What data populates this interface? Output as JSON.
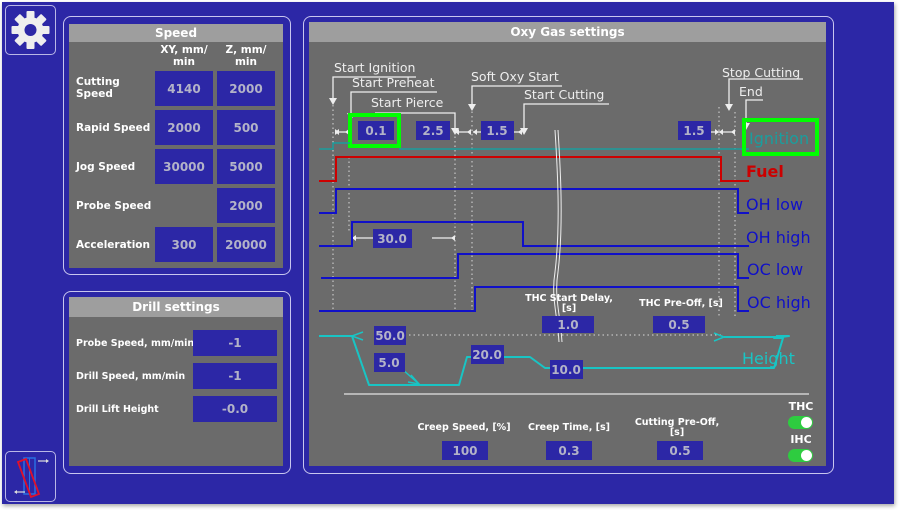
{
  "sidebar": {
    "settings_icon": "gear-icon",
    "layout_icon": "tilted-rectangle-icon"
  },
  "speed": {
    "title": "Speed",
    "col_xy": "XY, mm/\nmin",
    "col_xy_l1": "XY, mm/",
    "col_xy_l2": "min",
    "col_z_l1": "Z, mm/",
    "col_z_l2": "min",
    "rows": [
      {
        "label_l1": "Cutting",
        "label_l2": "Speed",
        "xy": "4140",
        "z": "2000"
      },
      {
        "label_l1": "Rapid Speed",
        "label_l2": "",
        "xy": "2000",
        "z": "500"
      },
      {
        "label_l1": "Jog Speed",
        "label_l2": "",
        "xy": "30000",
        "z": "5000"
      },
      {
        "label_l1": "Probe Speed",
        "label_l2": "",
        "xy": "",
        "z": "2000"
      },
      {
        "label_l1": "Acceleration",
        "label_l2": "",
        "xy": "300",
        "z": "20000"
      }
    ]
  },
  "drill": {
    "title": "Drill settings",
    "rows": [
      {
        "label": "Probe Speed, mm/min",
        "value": "-1"
      },
      {
        "label": "Drill Speed, mm/min",
        "value": "-1"
      },
      {
        "label": "Drill Lift Height",
        "value": "-0.0"
      }
    ]
  },
  "oxy": {
    "title": "Oxy Gas settings",
    "events": {
      "start_ignition": "Start Ignition",
      "start_preheat": "Start Preheat",
      "start_pierce": "Start Pierce",
      "soft_oxy_start": "Soft Oxy Start",
      "start_cutting": "Start Cutting",
      "stop_cutting": "Stop Cutting",
      "end": "End"
    },
    "timings": {
      "ignition_time": "0.1",
      "preheat_time": "2.5",
      "soft_oxy_time": "1.5",
      "end_time": "1.5",
      "oh_high_time": "30.0"
    },
    "signals": {
      "ignition": "Ignition",
      "fuel": "Fuel",
      "oh_low": "OH low",
      "oh_high": "OH high",
      "oc_low": "OC low",
      "oc_high": "OC high",
      "height": "Height"
    },
    "colors": {
      "ignition": "#1a9e9e",
      "fuel": "#cc0000",
      "oxy": "#1010c8",
      "height": "#19c4c4",
      "highlight": "#00ff00",
      "value_bg": "#2c27a6"
    },
    "heights": {
      "pierce_height": "50.0",
      "ihc_height": "5.0",
      "creep_height": "20.0",
      "cut_height": "10.0"
    },
    "thc_start_delay": {
      "label_l1": "THC Start Delay,",
      "label_l2": "[s]",
      "value": "1.0"
    },
    "thc_pre_off": {
      "label": "THC Pre-Off, [s]",
      "value": "0.5"
    },
    "creep_speed": {
      "label": "Creep Speed, [%]",
      "value": "100"
    },
    "creep_time": {
      "label": "Creep Time, [s]",
      "value": "0.3"
    },
    "cutting_pre_off": {
      "label_l1": "Cutting Pre-Off,",
      "label_l2": "[s]",
      "value": "0.5"
    },
    "toggles": [
      {
        "label": "THC",
        "on": true
      },
      {
        "label": "IHC",
        "on": true
      }
    ]
  }
}
